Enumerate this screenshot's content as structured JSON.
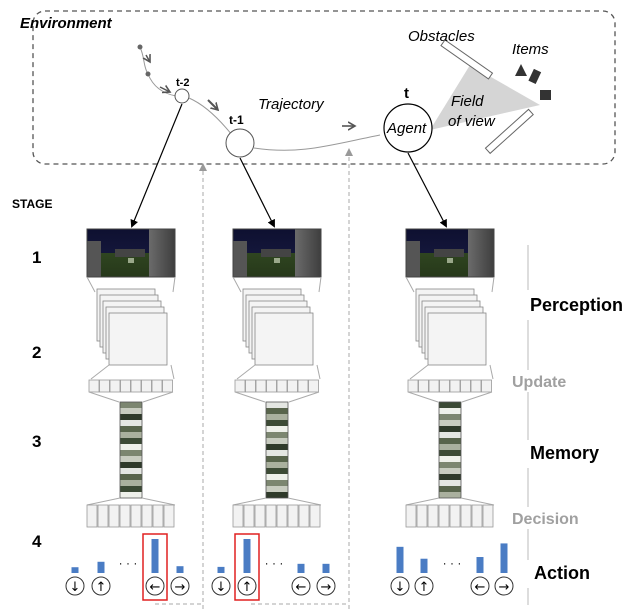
{
  "environment": {
    "title": "Environment",
    "obstacles": "Obstacles",
    "items": "Items",
    "field_of_view": [
      "Field",
      "of view"
    ],
    "trajectory": "Trajectory",
    "agent": "Agent",
    "t": "t",
    "t_minus_1": "t-1",
    "t_minus_2": "t-2"
  },
  "stage_header": "STAGE",
  "stages": [
    "1",
    "2",
    "3",
    "4"
  ],
  "phases": {
    "perception": "Perception",
    "update": "Update",
    "memory": "Memory",
    "decision": "Decision",
    "action": "Action"
  },
  "ellipsis": "· · ·",
  "action_icons": [
    "arrow-down-icon",
    "arrow-up-icon",
    "arrow-left-icon",
    "arrow-right-icon"
  ],
  "columns": [
    {
      "time": "t-2",
      "action_values": [
        0.17,
        0.33,
        1.0,
        0.2
      ],
      "selected_action": 2
    },
    {
      "time": "t-1",
      "action_values": [
        0.18,
        1.0,
        0.27,
        0.27
      ],
      "selected_action": 1
    },
    {
      "time": "t",
      "action_values": [
        0.77,
        0.42,
        0.47,
        0.87
      ],
      "selected_action": null
    }
  ],
  "colors": {
    "bar": "#4a7cc4",
    "selection": "#e02020",
    "muted_label": "#a0a0a0",
    "fov": "#d0d0d0"
  }
}
